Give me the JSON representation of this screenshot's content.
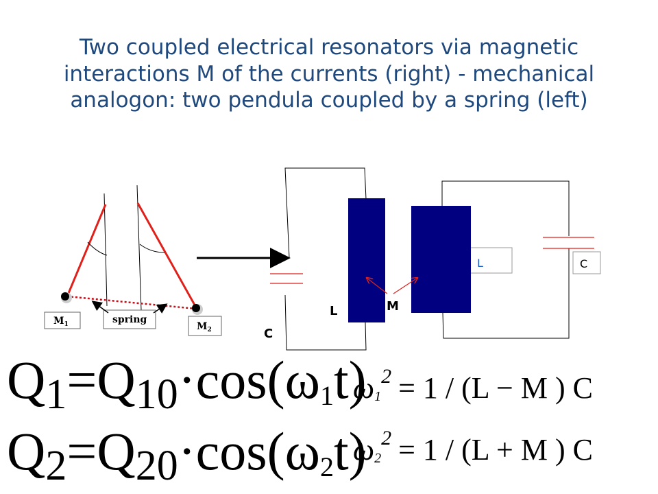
{
  "title": "Two coupled electrical resonators  via magnetic interactions M of the currents (right) - mechanical analogon: two pendula coupled by a spring (left)",
  "pendulum": {
    "mass1_label": "M",
    "mass1_sub": "1",
    "mass2_label": "M",
    "mass2_sub": "2",
    "spring_label": "spring"
  },
  "circuit": {
    "left_C": "C",
    "left_L": "L",
    "M": "M",
    "right_L": "L",
    "right_C": "C"
  },
  "equations": {
    "q1": {
      "lhs": "Q",
      "lhs_sub": "1",
      "eq": "=",
      "amp": "Q",
      "amp_sub": "10",
      "dot": "·",
      "cos": "cos",
      "lp": "(",
      "w": "ω",
      "w_sub": "1",
      "t": "t",
      "rp": ")"
    },
    "q2": {
      "lhs": "Q",
      "lhs_sub": "2",
      "eq": "=",
      "amp": "Q",
      "amp_sub": "20",
      "dot": "·",
      "cos": "cos",
      "lp": "(",
      "w": "ω",
      "w_sub": "2",
      "t": "t",
      "rp": ")"
    },
    "w1": {
      "w": "ω",
      "sub": "1",
      "sup": "2",
      "rhs": "= 1 / (L − M ) C"
    },
    "w2": {
      "w": "ω",
      "sub": "2",
      "sup": "2",
      "rhs": "= 1 / (L + M ) C"
    }
  },
  "colors": {
    "title": "#1f497d",
    "inductor": "#000080",
    "rope": "#e0201a",
    "coupling": "#e0201a"
  }
}
